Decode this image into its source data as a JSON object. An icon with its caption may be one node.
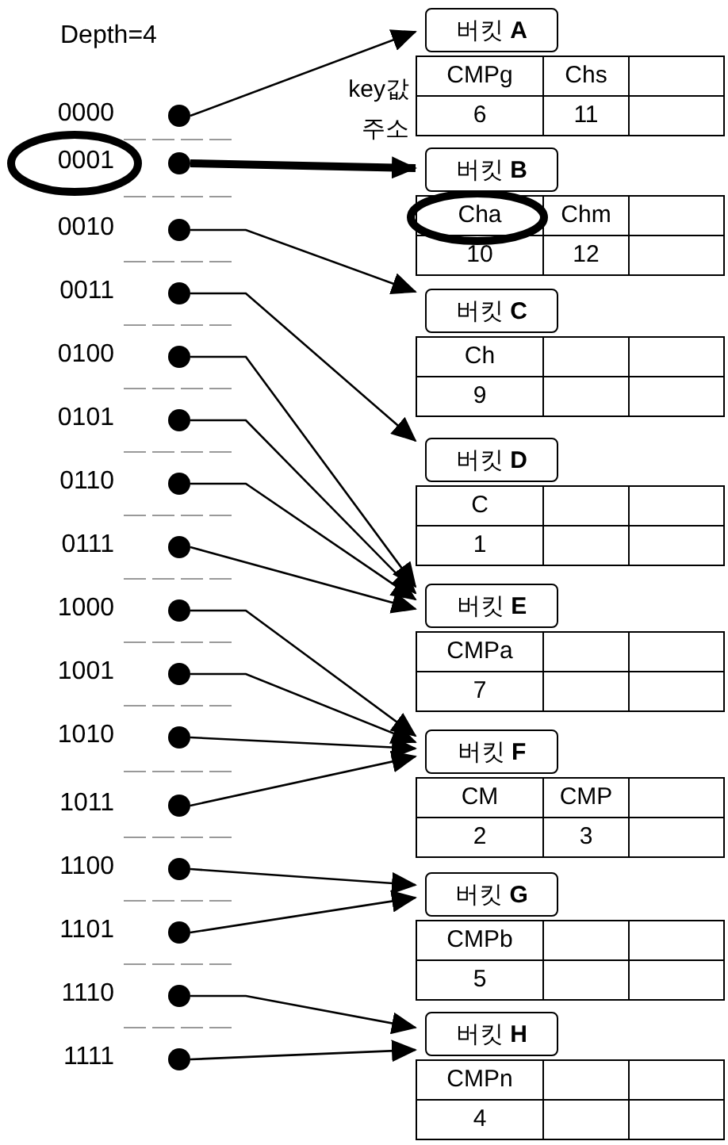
{
  "diagram": {
    "nodes": [
      {
        "text": [],
        "shape": "circle",
        "beside": [
          "0000"
        ]
      },
      {
        "text": [],
        "shape": "circle",
        "beside": [
          "0001"
        ]
      },
      {
        "text": [],
        "shape": "circle",
        "beside": [
          "0010"
        ]
      },
      {
        "text": [],
        "shape": "circle",
        "beside": [
          "0011"
        ]
      },
      {
        "text": [],
        "shape": "circle",
        "beside": [
          "0100"
        ]
      },
      {
        "text": [],
        "shape": "circle",
        "beside": [
          "0101"
        ]
      },
      {
        "text": [],
        "shape": "circle",
        "beside": [
          "0110"
        ]
      },
      {
        "text": [],
        "shape": "circle",
        "beside": [
          "0111"
        ]
      },
      {
        "text": [],
        "shape": "circle",
        "beside": [
          "1000"
        ]
      },
      {
        "text": [],
        "shape": "circle",
        "beside": [
          "1001"
        ]
      },
      {
        "text": [],
        "shape": "circle",
        "beside": [
          "1010"
        ]
      },
      {
        "text": [],
        "shape": "circle",
        "beside": [
          "1011"
        ]
      },
      {
        "text": [],
        "shape": "circle",
        "beside": [
          "1100"
        ]
      },
      {
        "text": [],
        "shape": "circle",
        "beside": [
          "1101"
        ]
      },
      {
        "text": [],
        "shape": "circle",
        "beside": [
          "1110"
        ]
      },
      {
        "text": [],
        "shape": "circle",
        "beside": [
          "1111"
        ]
      },
      {
        "text": [
          "버킷 **A**",
          "CMPg",
          "Chs",
          "6",
          "11"
        ]
      },
      {
        "text": [
          "버킷 **B**",
          "Cha",
          "Chm",
          "10",
          "12"
        ]
      },
      {
        "text": [
          "버킷 **C**",
          "Ch",
          "9"
        ]
      },
      {
        "text": [
          "버킷 **D**",
          "C",
          "1"
        ]
      },
      {
        "text": [
          "버킷 **E**",
          "CMPa",
          "7"
        ]
      },
      {
        "text": [
          "버킷 **F**",
          "CM",
          "CMP",
          "2",
          "3"
        ]
      },
      {
        "text": [
          "버킷 **G**",
          "CMPb",
          "5"
        ]
      },
      {
        "text": [
          "버킷 **H**",
          "CMPn",
          "4"
        ]
      }
    ],
    "edges": [
      {
        "from": 0,
        "to": 16,
        "arrow": "to"
      },
      {
        "from": 1,
        "to": 17,
        "arrow": "to",
        "style": "thick"
      },
      {
        "from": 2,
        "to": 18,
        "arrow": "to"
      },
      {
        "from": 3,
        "to": 19,
        "arrow": "to"
      },
      {
        "from": 4,
        "to": 20,
        "arrow": "to"
      },
      {
        "from": 5,
        "to": 20,
        "arrow": "to"
      },
      {
        "from": 6,
        "to": 20,
        "arrow": "to"
      },
      {
        "from": 7,
        "to": 20,
        "arrow": "to"
      },
      {
        "from": 8,
        "to": 21,
        "arrow": "to"
      },
      {
        "from": 9,
        "to": 21,
        "arrow": "to"
      },
      {
        "from": 10,
        "to": 21,
        "arrow": "to"
      },
      {
        "from": 11,
        "to": 21,
        "arrow": "to"
      },
      {
        "from": 12,
        "to": 22,
        "arrow": "to"
      },
      {
        "from": 13,
        "to": 22,
        "arrow": "to"
      },
      {
        "from": 14,
        "to": 23,
        "arrow": "to"
      },
      {
        "from": 15,
        "to": 23,
        "arrow": "to"
      }
    ],
    "labels": [
      "Depth=4",
      "key값",
      "주소"
    ]
  }
}
